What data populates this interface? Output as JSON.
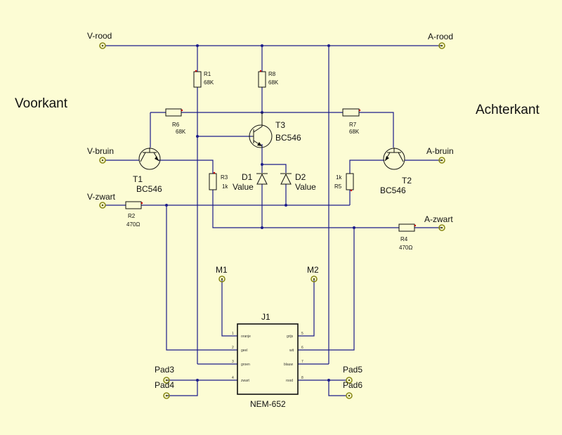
{
  "labels": {
    "voorkant": "Voorkant",
    "achterkant": "Achterkant"
  },
  "terminals": {
    "v_rood": "V-rood",
    "a_rood": "A-rood",
    "v_bruin": "V-bruin",
    "a_bruin": "A-bruin",
    "v_zwart": "V-zwart",
    "a_zwart": "A-zwart",
    "m1": "M1",
    "m2": "M2",
    "pad3": "Pad3",
    "pad4": "Pad4",
    "pad5": "Pad5",
    "pad6": "Pad6"
  },
  "components": {
    "r1": {
      "ref": "R1",
      "value": "68K"
    },
    "r8": {
      "ref": "R8",
      "value": "68K"
    },
    "r6": {
      "ref": "R6",
      "value": "68K"
    },
    "r7": {
      "ref": "R7",
      "value": "68K"
    },
    "r3": {
      "ref": "R3",
      "value": "1k"
    },
    "r5": {
      "ref": "R5",
      "value": "1k"
    },
    "r2": {
      "ref": "R2",
      "value": "470Ω"
    },
    "r4": {
      "ref": "R4",
      "value": "470Ω"
    },
    "t1": {
      "ref": "T1",
      "value": "BC546"
    },
    "t2": {
      "ref": "T2",
      "value": "BC546"
    },
    "t3": {
      "ref": "T3",
      "value": "BC546"
    },
    "d1": {
      "ref": "D1",
      "value": "Value"
    },
    "d2": {
      "ref": "D2",
      "value": "Value"
    }
  },
  "connector": {
    "ref": "J1",
    "name": "NEM-652",
    "pins": [
      {
        "num": "1",
        "label": "oranje"
      },
      {
        "num": "2",
        "label": "geel"
      },
      {
        "num": "3",
        "label": "groen"
      },
      {
        "num": "4",
        "label": "zwart"
      },
      {
        "num": "5",
        "label": "grijs"
      },
      {
        "num": "6",
        "label": "wit"
      },
      {
        "num": "7",
        "label": "blauw"
      },
      {
        "num": "8",
        "label": "rood"
      }
    ]
  },
  "colors": {
    "background": "#fcfcd4",
    "wire": "#1c1c8a",
    "terminal_ring": "#8a8a1a"
  }
}
